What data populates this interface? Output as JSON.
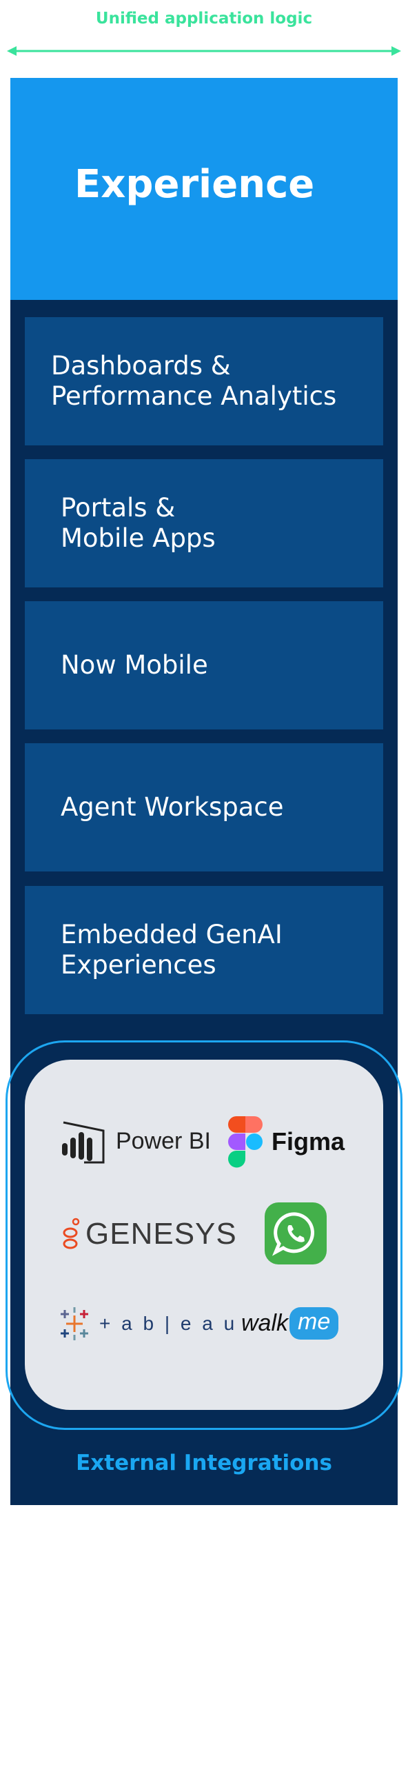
{
  "top_label": "Unified application logic",
  "header": {
    "title": "Experience"
  },
  "cards": [
    {
      "label": "Dashboards &\nPerformance Analytics"
    },
    {
      "label": "Portals &\nMobile Apps"
    },
    {
      "label": "Now Mobile"
    },
    {
      "label": "Agent Workspace"
    },
    {
      "label": "Embedded GenAI\nExperiences"
    }
  ],
  "integrations": {
    "logos": [
      {
        "name": "Power BI",
        "icon": "power-bi-icon"
      },
      {
        "name": "Figma",
        "icon": "figma-icon"
      },
      {
        "name": "GENESYS",
        "icon": "genesys-icon"
      },
      {
        "name": "WhatsApp",
        "icon": "whatsapp-icon"
      },
      {
        "name": "+ a b | e a u",
        "icon": "tableau-icon"
      },
      {
        "name": "walk",
        "badge": "me",
        "icon": "walkme-icon"
      }
    ],
    "label": "External Integrations"
  },
  "colors": {
    "accent_green": "#3ae39c",
    "header_blue": "#1597ee",
    "panel_navy": "#052a55",
    "card_blue": "#0b4b86",
    "ring_blue": "#1da6f0"
  }
}
